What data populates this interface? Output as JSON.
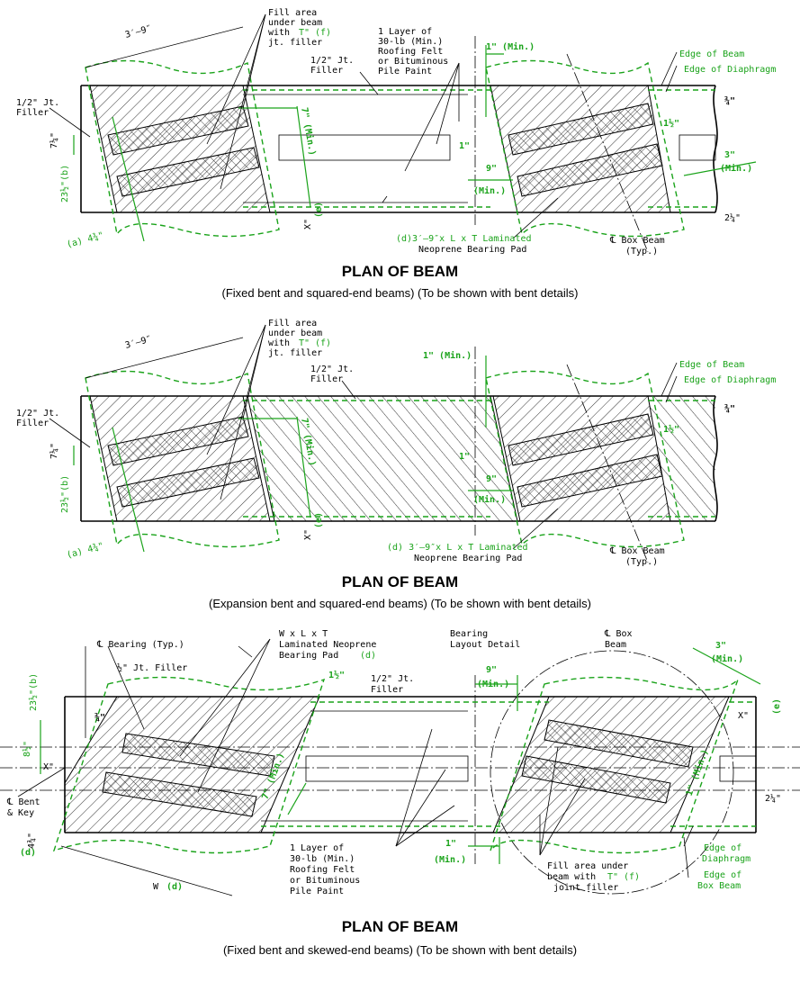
{
  "colors": {
    "green": "#1aa31a",
    "black": "#000000"
  },
  "panel1": {
    "title": "PLAN OF BEAM",
    "subtitle": "(Fixed bent and squared-end beams) (To be shown with bent details)",
    "dim_3_9": "3′–9″",
    "fill_area_1": "Fill area",
    "fill_area_2": "under beam",
    "fill_area_3": "with",
    "fill_area_T": "T\"",
    "fill_area_f": "(f)",
    "fill_area_4": "jt. filler",
    "jt_filler_left_1": "1/2\" Jt.",
    "jt_filler_left_2": "Filler",
    "jt_filler_mid_1": "1/2\" Jt.",
    "jt_filler_mid_2": "Filler",
    "layer_1": "1 Layer of",
    "layer_2": "30-lb (Min.)",
    "layer_3": "Roofing Felt",
    "layer_4": "or Bituminous",
    "layer_5": "Pile Paint",
    "dim_1_min": "1\" (Min.)",
    "edge_beam": "Edge of Beam",
    "edge_diaphragm": "Edge of Diaphragm",
    "dim_7_min": "7\" (Min.)",
    "dim_1_5": "1½\"",
    "dim_3_min_a": "3\"",
    "dim_3_min_b": "(Min.)",
    "dim_3_4": "¾\"",
    "dim_7_4": "7¼\"",
    "dim_23": "23½\"(b)",
    "dim_1": "1\"",
    "dim_9_min_a": "9\"",
    "dim_9_min_b": "(Min.)",
    "dim_x": "X\"",
    "dim_e": "(e)",
    "dim_2_4": "2¼\"",
    "dim_a": "(a) 4¾\"",
    "pad_1": "(d)3′–9″x L x T  Laminated",
    "pad_2": "Neoprene Bearing Pad",
    "box_beam_1": "℄ Box Beam",
    "box_beam_2": "(Typ.)"
  },
  "panel2": {
    "title": "PLAN OF BEAM",
    "subtitle": "(Expansion bent and squared-end beams) (To be shown with bent details)",
    "dim_3_9": "3′–9″",
    "fill_area_1": "Fill area",
    "fill_area_2": "under beam",
    "fill_area_3": "with",
    "fill_area_T": "T\"",
    "fill_area_f": "(f)",
    "fill_area_4": "jt. filler",
    "jt_filler_left_1": "1/2\" Jt.",
    "jt_filler_left_2": "Filler",
    "jt_filler_mid_1": "1/2\" Jt.",
    "jt_filler_mid_2": "Filler",
    "dim_1_min": "1\" (Min.)",
    "edge_beam": "Edge of Beam",
    "edge_diaphragm": "Edge of Diaphragm",
    "dim_7_min": "7\" (Min.)",
    "dim_1_5": "1½\"",
    "dim_3_4": "¾\"",
    "dim_7_4": "7¼\"",
    "dim_23": "23½\"(b)",
    "dim_1": "1\"",
    "dim_9_min_a": "9\"",
    "dim_9_min_b": "(Min.)",
    "dim_x": "X\"",
    "dim_e": "(e)",
    "dim_a": "(a) 4¾\"",
    "pad_1": "(d) 3′–9″x L x T  Laminated",
    "pad_2": "Neoprene Bearing Pad",
    "box_beam_1": "℄ Box Beam",
    "box_beam_2": "(Typ.)"
  },
  "panel3": {
    "title": "PLAN OF BEAM",
    "subtitle": "(Fixed bent and skewed-end beams) (To be shown with bent details)",
    "bearing_typ": "℄ Bearing (Typ.)",
    "jt_filler_left": "½\" Jt. Filler",
    "pad_1": "W x L x T",
    "pad_2": "Laminated Neoprene",
    "pad_3": "Bearing Pad",
    "pad_d": "(d)",
    "bearing_layout_1": "Bearing",
    "bearing_layout_2": "Layout Detail",
    "box_beam_1": "℄ Box",
    "box_beam_2": "Beam",
    "dim_3_min_a": "3\"",
    "dim_3_min_b": "(Min.)",
    "dim_1_5": "1½\"",
    "jt_filler_mid_1": "1/2\" Jt.",
    "jt_filler_mid_2": "Filler",
    "dim_9_min_a": "9\"",
    "dim_9_min_b": "(Min.)",
    "dim_23": "23½\"(b)",
    "dim_8": "8½\"",
    "dim_3_4": "¾\"",
    "dim_x": "X\"",
    "dim_x_e": "X\"",
    "dim_e": "(e)",
    "dim_2_4": "2¼\"",
    "dim_7_min": "7\" (Min.)",
    "dim_1_min_r": "1\" (Min.)",
    "bent_key_1": "℄ Bent",
    "bent_key_2": "& Key",
    "dim_4_3": "4¾\"",
    "dim_4_d": "(d)",
    "dim_w": "W",
    "dim_w_d": "(d)",
    "layer_1": "1 Layer of",
    "layer_2": "30-lb (Min.)",
    "layer_3": "Roofing Felt",
    "layer_4": "or Bituminous",
    "layer_5": "Pile Paint",
    "dim_1_min_a": "1\"",
    "dim_1_min_b": "(Min.)",
    "fill_area_1": "Fill area under",
    "fill_area_2": "beam with",
    "fill_area_T": "T\"",
    "fill_area_f": "(f)",
    "fill_area_3": "joint filler",
    "edge_diaphragm_1": "Edge of",
    "edge_diaphragm_2": "Diaphragm",
    "edge_box_1": "Edge of",
    "edge_box_2": "Box Beam"
  }
}
